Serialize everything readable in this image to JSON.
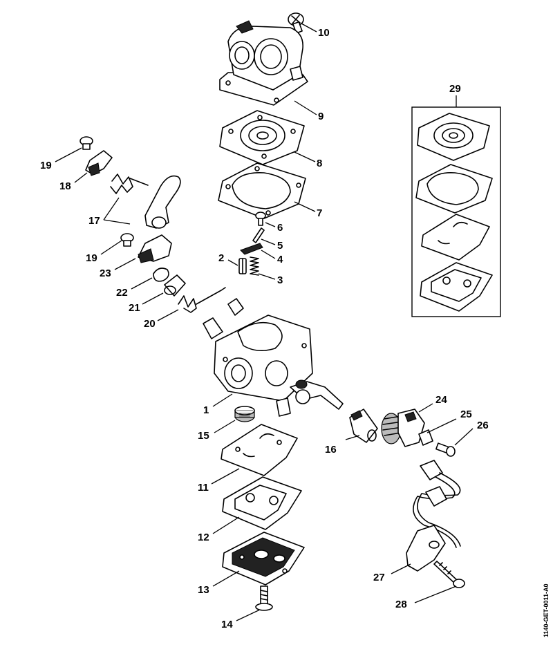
{
  "figure": {
    "reference_code": "1140-GET-0011-A0",
    "kit_label": "29"
  },
  "callouts": [
    {
      "id": "1",
      "label": "1"
    },
    {
      "id": "2",
      "label": "2"
    },
    {
      "id": "3",
      "label": "3"
    },
    {
      "id": "4",
      "label": "4"
    },
    {
      "id": "5",
      "label": "5"
    },
    {
      "id": "6",
      "label": "6"
    },
    {
      "id": "7",
      "label": "7"
    },
    {
      "id": "8",
      "label": "8"
    },
    {
      "id": "9",
      "label": "9"
    },
    {
      "id": "10",
      "label": "10"
    },
    {
      "id": "11",
      "label": "11"
    },
    {
      "id": "12",
      "label": "12"
    },
    {
      "id": "13",
      "label": "13"
    },
    {
      "id": "14",
      "label": "14"
    },
    {
      "id": "15",
      "label": "15"
    },
    {
      "id": "16",
      "label": "16"
    },
    {
      "id": "17",
      "label": "17"
    },
    {
      "id": "18",
      "label": "18"
    },
    {
      "id": "19a",
      "label": "19"
    },
    {
      "id": "19b",
      "label": "19"
    },
    {
      "id": "20",
      "label": "20"
    },
    {
      "id": "21",
      "label": "21"
    },
    {
      "id": "22",
      "label": "22"
    },
    {
      "id": "23",
      "label": "23"
    },
    {
      "id": "24",
      "label": "24"
    },
    {
      "id": "25",
      "label": "25"
    },
    {
      "id": "26",
      "label": "26"
    },
    {
      "id": "27",
      "label": "27"
    },
    {
      "id": "28",
      "label": "28"
    }
  ]
}
